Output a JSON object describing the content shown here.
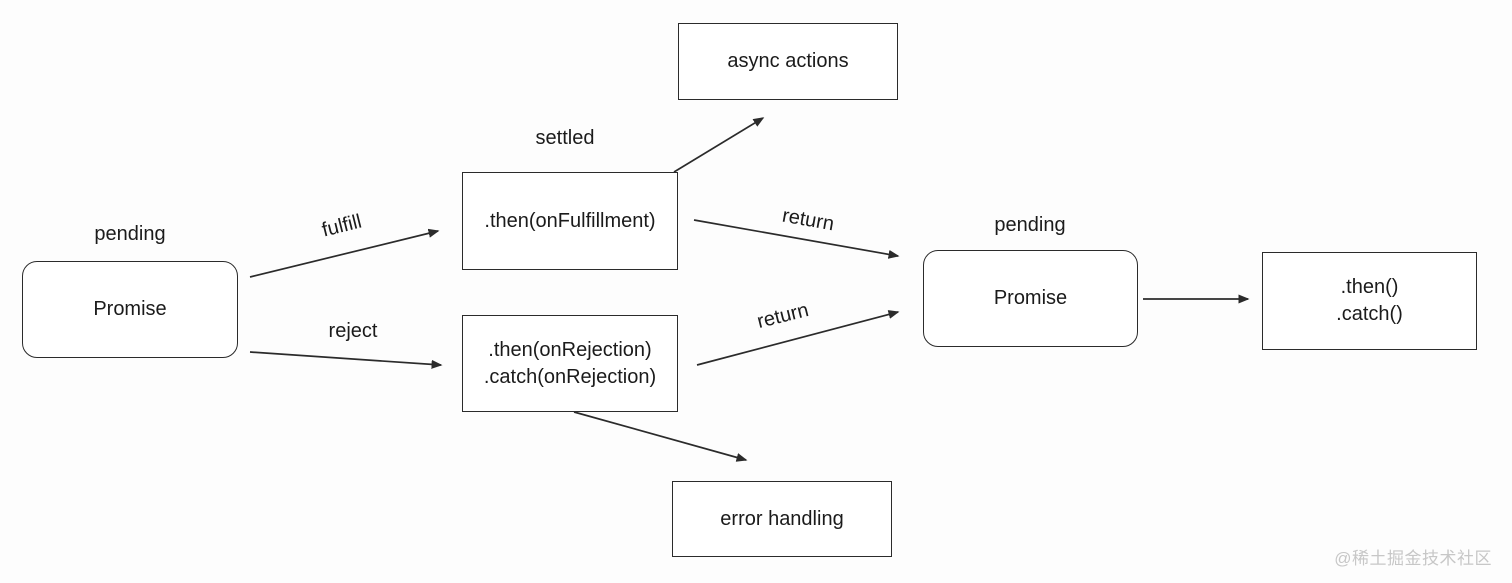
{
  "diagram": {
    "nodes": {
      "promise_left": {
        "label": "Promise",
        "state_label": "pending"
      },
      "then_fulfillment": {
        "label": ".then(onFulfillment)",
        "state_label": "settled"
      },
      "async_actions": {
        "label": "async actions"
      },
      "then_rejection": {
        "line1": ".then(onRejection)",
        "line2": ".catch(onRejection)"
      },
      "error_handling": {
        "label": "error handling"
      },
      "promise_right": {
        "label": "Promise",
        "state_label": "pending"
      },
      "then_catch": {
        "line1": ".then()",
        "line2": ".catch()"
      }
    },
    "edges": {
      "fulfill_label": "fulfill",
      "reject_label": "reject",
      "return_top_label": "return",
      "return_bottom_label": "return"
    },
    "colors": {
      "stroke": "#2b2b2b",
      "text": "#1b1b1b",
      "watermark": "#c7c7c7"
    },
    "watermark": "@稀土掘金技术社区"
  }
}
